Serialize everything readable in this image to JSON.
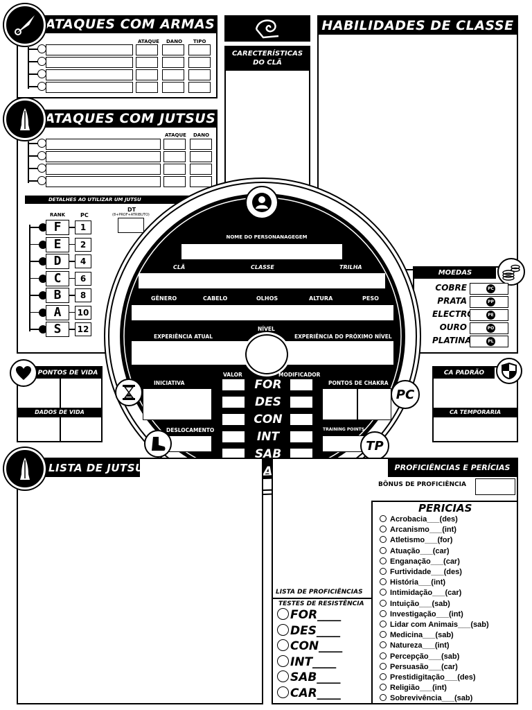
{
  "weapons": {
    "title": "ATAQUES COM ARMAS",
    "col_attack": "ATAQUE",
    "col_damage": "DANO",
    "col_type": "TIPO"
  },
  "jutsu_attacks": {
    "title": "ATAQUES COM JUTSUS",
    "col_attack": "ATAQUE",
    "col_damage": "DANO",
    "details": "DETALHES AO UTILIZAR UM JUTSU",
    "rank_label": "RANK",
    "pc_label": "PC",
    "dt_label": "DT",
    "dt_formula": "(8+PROF+ATRIBUTO)",
    "ranks": [
      {
        "rank": "F",
        "pc": "1"
      },
      {
        "rank": "E",
        "pc": "2"
      },
      {
        "rank": "D",
        "pc": "4"
      },
      {
        "rank": "C",
        "pc": "6"
      },
      {
        "rank": "B",
        "pc": "8"
      },
      {
        "rank": "A",
        "pc": "10"
      },
      {
        "rank": "S",
        "pc": "12"
      }
    ]
  },
  "clan": {
    "title": "CARECTERÍSTICAS DO CLÃ"
  },
  "class_abilities": {
    "title": "HABILIDADES DE CLASSE"
  },
  "character": {
    "name_label": "NOME DO PERSONANAGEGEM",
    "clan_label": "CLÃ",
    "class_label": "CLASSE",
    "trail_label": "TRILHA",
    "gender_label": "GÊNERO",
    "hair_label": "CABELO",
    "eyes_label": "OLHOS",
    "height_label": "ALTURA",
    "weight_label": "PESO",
    "xp_label": "EXPERIÊNCIA ATUAL",
    "level_label": "NÍVEL",
    "next_xp_label": "EXPERIÊNCIA DO PRÓXIMO NÍVEL",
    "initiative_label": "INICIATIVA",
    "movement_label": "DESLOCAMENTO",
    "value_label": "VALOR",
    "modifier_label": "MODIFICADOR",
    "chakra_label": "PONTOS DE CHAKRA",
    "chakra_badge": "PC",
    "training_label": "TRAINING POINTS",
    "training_badge": "TP",
    "attributes": [
      "FOR",
      "DES",
      "CON",
      "INT",
      "SAB",
      "CAR"
    ]
  },
  "coins": {
    "title": "MOEDAS",
    "items": [
      {
        "name": "COBRE",
        "abbr": "PC"
      },
      {
        "name": "PRATA",
        "abbr": "PP"
      },
      {
        "name": "ELECTRO",
        "abbr": "PE"
      },
      {
        "name": "OURO",
        "abbr": "PO"
      },
      {
        "name": "PLATINA",
        "abbr": "PL"
      }
    ]
  },
  "health": {
    "hp_label": "PONTOS DE VIDA",
    "hit_dice_label": "DADOS DE VIDA"
  },
  "armor": {
    "ca_label": "CA PADRÃO",
    "ca_temp_label": "CA TEMPORARIA"
  },
  "jutsu_list": {
    "title": "LISTA DE JUTSUS"
  },
  "proficiencies": {
    "title": "PROFICIÊNCIAS E PERÍCIAS",
    "bonus_label": "BÔNUS DE PROFICIÊNCIA",
    "list_label": "LISTA DE PROFICIÊNCIAS",
    "saves_label": "TESTES DE RESISTÊNCIA",
    "saves": [
      "FOR____",
      "DES____",
      "CON____",
      "INT____",
      "SAB____",
      "CAR____"
    ],
    "skills_title": "PERICIAS",
    "skills": [
      "Acrobacia___(des)",
      "Arcanismo___(int)",
      "Atletismo___(for)",
      "Atuação___(car)",
      "Enganação___(car)",
      "Furtividade___(des)",
      "História___(int)",
      "Intimidação___(car)",
      "Intuição___(sab)",
      "Investigação___(int)",
      "Lidar com Animais___(sab)",
      "Medicina___(sab)",
      "Natureza___(int)",
      "Percepção___(sab)",
      "Persuasão___(car)",
      "Prestidigitação___(des)",
      "Religião___(int)",
      "Sobrevivência___(sab)"
    ]
  },
  "icons": [
    "kunai-icon",
    "hand-seal-icon",
    "leaf-village-icon",
    "user-icon",
    "coins-icon",
    "heart-icon",
    "shield-icon",
    "hourglass-icon",
    "boot-icon"
  ]
}
